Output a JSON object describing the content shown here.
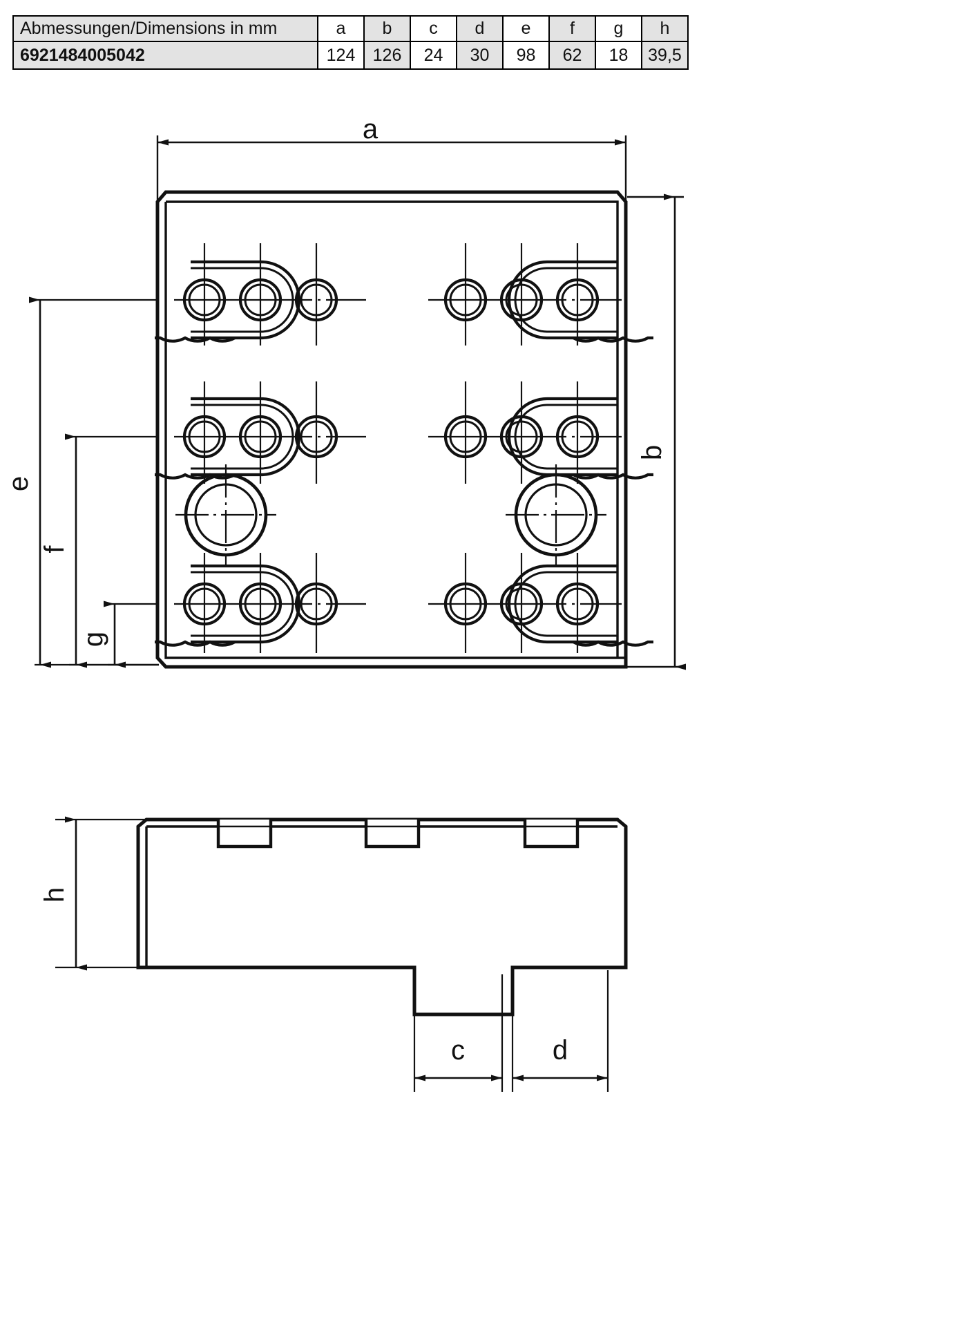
{
  "table": {
    "row_header_label": "Abmessungen/Dimensions in mm",
    "part_number": "6921484005042",
    "columns": [
      "a",
      "b",
      "c",
      "d",
      "e",
      "f",
      "g",
      "h"
    ],
    "values": [
      "124",
      "126",
      "24",
      "30",
      "98",
      "62",
      "18",
      "39,5"
    ]
  },
  "drawing": {
    "top_view": {
      "dim_a": "a",
      "dim_b": "b",
      "dim_e": "e",
      "dim_f": "f",
      "dim_g": "g"
    },
    "side_view": {
      "dim_h": "h",
      "dim_c": "c",
      "dim_d": "d"
    }
  },
  "chart_data": {
    "type": "table",
    "title": "Abmessungen/Dimensions in mm",
    "categories": [
      "a",
      "b",
      "c",
      "d",
      "e",
      "f",
      "g",
      "h"
    ],
    "values": [
      124,
      126,
      24,
      30,
      98,
      62,
      18,
      39.5
    ],
    "row_label": "6921484005042",
    "units": "mm"
  }
}
